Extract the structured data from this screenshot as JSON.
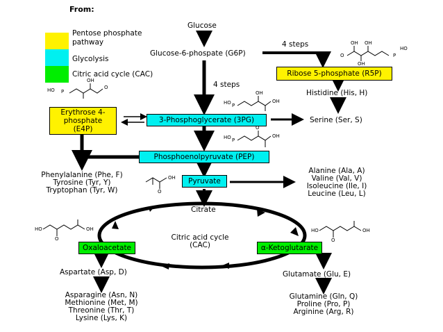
{
  "legend": {
    "title": "From:",
    "items": [
      {
        "label_line1": "Pentose phosphate",
        "label_line2": "pathway",
        "color": "#fff200"
      },
      {
        "label_line1": "Glycolysis",
        "label_line2": "",
        "color": "#00f0f0"
      },
      {
        "label_line1": "Citric acid cycle (CAC)",
        "label_line2": "",
        "color": "#00ee00"
      }
    ]
  },
  "nodes": {
    "glucose": "Glucose",
    "g6p": "Glucose-6-phospate (G6P)",
    "steps_right": "4 steps",
    "steps_down": "4 steps",
    "r5p": "Ribose 5-phosphate (R5P)",
    "histidine": "Histidine (His, H)",
    "e4p_line1": "Erythrose 4-",
    "e4p_line2": "phosphate",
    "e4p_line3": "(E4P)",
    "pg3": "3-Phosphoglycerate (3PG)",
    "serine": "Serine (Ser, S)",
    "pep": "Phosphoenolpyruvate (PEP)",
    "aromatic": [
      "Phenylalanine (Phe, F)",
      "Tyrosine (Tyr, Y)",
      "Tryptophan (Tyr, W)"
    ],
    "pyruvate": "Pyruvate",
    "pyr_products": [
      "Alanine (Ala, A)",
      "Valine (Val, V)",
      "Isoleucine (Ile, I)",
      "Leucine (Leu, L)"
    ],
    "citrate": "Citrate",
    "cac_line1": "Citric acid cycle",
    "cac_line2": "(CAC)",
    "oxaloacetate": "Oxaloacetate",
    "akg": "α-Ketoglutarate",
    "aspartate": "Aspartate (Asp, D)",
    "asp_products": [
      "Asparagine (Asn, N)",
      "Methionine (Met, M)",
      "Threonine (Thr, T)",
      "Lysine (Lys, K)"
    ],
    "glutamate": "Glutamate (Glu, E)",
    "glu_products": [
      "Glutamine (Gln, Q)",
      "Proline (Pro, P)",
      "Arginine (Arg, R)"
    ]
  },
  "molecules": {
    "oh": "OH",
    "ho": "HO",
    "o": "O",
    "p": "P"
  }
}
